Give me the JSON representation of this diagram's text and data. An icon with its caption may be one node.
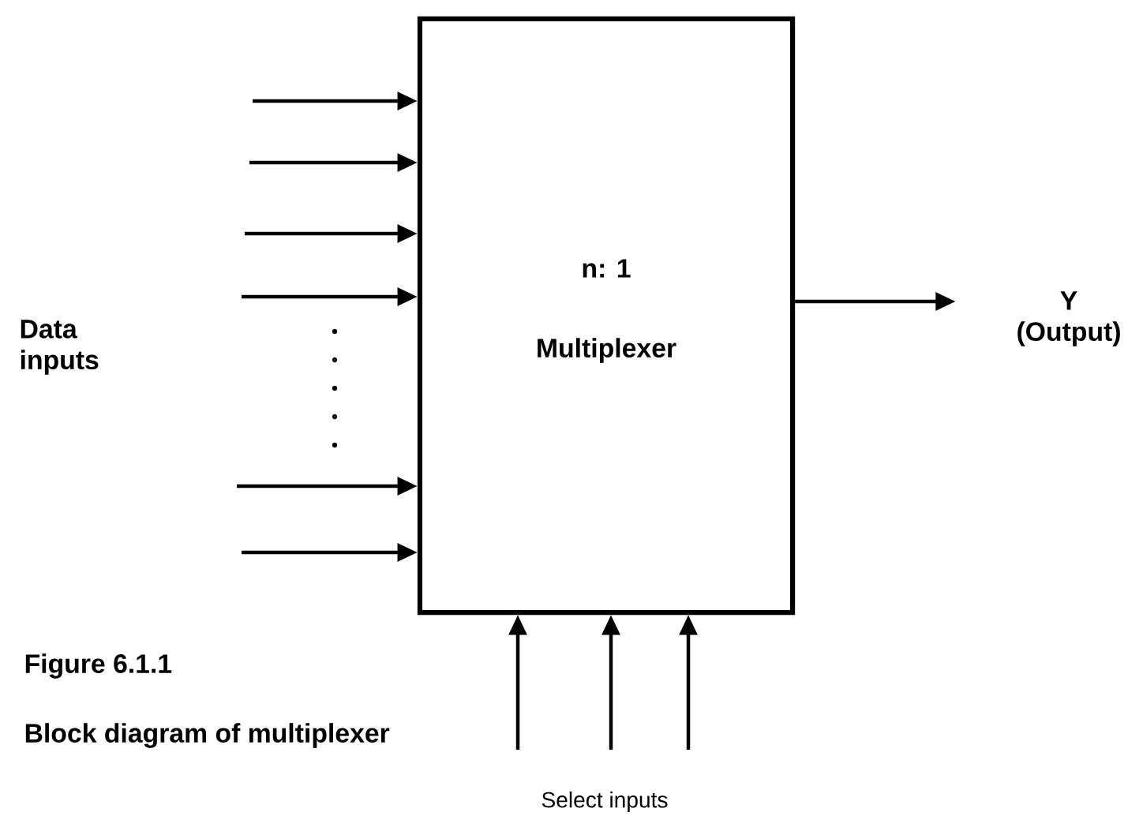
{
  "diagram": {
    "nodes": [
      {
        "text": [
          "n: 1",
          "Multiplexer"
        ]
      },
      {
        "text": [
          "Y (Output)"
        ]
      }
    ],
    "edges": [
      {
        "from": null,
        "to": 0,
        "arrow": "to"
      },
      {
        "from": null,
        "to": 0,
        "arrow": "to"
      },
      {
        "from": null,
        "to": 0,
        "arrow": "to"
      },
      {
        "from": null,
        "to": 0,
        "arrow": "to"
      },
      {
        "from": null,
        "to": 0,
        "arrow": "to"
      },
      {
        "from": null,
        "to": 0,
        "arrow": "to"
      },
      {
        "from": 0,
        "to": 1,
        "arrow": "to"
      },
      {
        "from": null,
        "to": 0,
        "arrow": "to"
      },
      {
        "from": null,
        "to": 0,
        "arrow": "to"
      },
      {
        "from": null,
        "to": 0,
        "arrow": "to"
      }
    ],
    "labels": [
      "Data inputs",
      "Figure 6.1.1",
      "Block diagram of multiplexer",
      "Select inputs"
    ]
  }
}
